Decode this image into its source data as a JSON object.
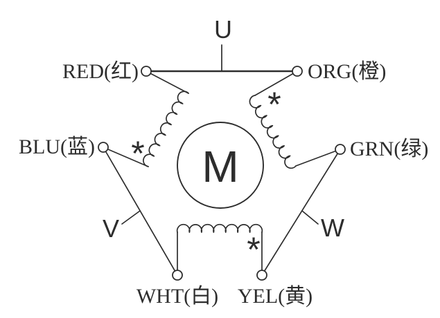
{
  "diagram": {
    "type": "three-phase-motor-winding-diagram",
    "motor_symbol": "M",
    "polarity_marker": "*",
    "phases": {
      "u": "U",
      "v": "V",
      "w": "W"
    },
    "terminals": {
      "red": "RED(红)",
      "org": "ORG(橙)",
      "blu": "BLU(蓝)",
      "grn": "GRN(绿)",
      "wht": "WHT(白)",
      "yel": "YEL(黄)"
    },
    "colors": {
      "stroke": "#2d2d2d",
      "background": "#ffffff"
    }
  }
}
